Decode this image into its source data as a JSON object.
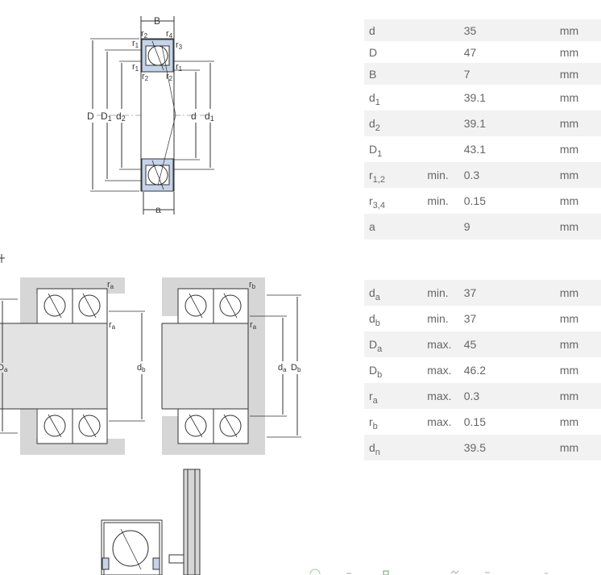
{
  "diagram_labels": {
    "top": {
      "B": "B",
      "r2_tl": "r",
      "r2_tl_sub": "2",
      "r4": "r",
      "r4_sub": "4",
      "r1_l": "r",
      "r1_l_sub": "1",
      "r3": "r",
      "r3_sub": "3",
      "r1_in": "r",
      "r1_in_sub": "1",
      "r2_in1": "r",
      "r2_in1_sub": "2",
      "r2_in2": "r",
      "r2_in2_sub": "2",
      "r1_out": "r",
      "r1_out_sub": "1",
      "D": "D",
      "D1": "D",
      "D1_sub": "1",
      "d2": "d",
      "d2_sub": "2",
      "d": "d",
      "d1": "d",
      "d1_sub": "1",
      "a": "a"
    },
    "bottom_left": {
      "ra_top": "r",
      "ra_top_sub": "a",
      "ra_mid": "r",
      "ra_mid_sub": "a",
      "Da": "D",
      "Da_sub": "a",
      "db": "d",
      "db_sub": "b"
    },
    "bottom_right": {
      "rb_top": "r",
      "rb_top_sub": "b",
      "ra_mid": "r",
      "ra_mid_sub": "a",
      "da": "d",
      "da_sub": "a",
      "Db": "D",
      "Db_sub": "b"
    }
  },
  "bearing_dimensions": [
    {
      "sym": "d",
      "sub": "",
      "qual": "",
      "val": "35",
      "unit": "mm"
    },
    {
      "sym": "D",
      "sub": "",
      "qual": "",
      "val": "47",
      "unit": "mm"
    },
    {
      "sym": "B",
      "sub": "",
      "qual": "",
      "val": "7",
      "unit": "mm"
    },
    {
      "sym": "d",
      "sub": "1",
      "qual": "",
      "val": "39.1",
      "unit": "mm"
    },
    {
      "sym": "d",
      "sub": "2",
      "qual": "",
      "val": "39.1",
      "unit": "mm"
    },
    {
      "sym": "D",
      "sub": "1",
      "qual": "",
      "val": "43.1",
      "unit": "mm"
    },
    {
      "sym": "r",
      "sub": "1,2",
      "qual": "min.",
      "val": "0.3",
      "unit": "mm"
    },
    {
      "sym": "r",
      "sub": "3,4",
      "qual": "min.",
      "val": "0.15",
      "unit": "mm"
    },
    {
      "sym": "a",
      "sub": "",
      "qual": "",
      "val": "9",
      "unit": "mm"
    }
  ],
  "abutment_dimensions": [
    {
      "sym": "d",
      "sub": "a",
      "qual": "min.",
      "val": "37",
      "unit": "mm"
    },
    {
      "sym": "d",
      "sub": "b",
      "qual": "min.",
      "val": "37",
      "unit": "mm"
    },
    {
      "sym": "D",
      "sub": "a",
      "qual": "max.",
      "val": "45",
      "unit": "mm"
    },
    {
      "sym": "D",
      "sub": "b",
      "qual": "max.",
      "val": "46.2",
      "unit": "mm"
    },
    {
      "sym": "r",
      "sub": "a",
      "qual": "max.",
      "val": "0.3",
      "unit": "mm"
    },
    {
      "sym": "r",
      "sub": "b",
      "qual": "max.",
      "val": "0.15",
      "unit": "mm"
    },
    {
      "sym": "d",
      "sub": "n",
      "qual": "",
      "val": "39.5",
      "unit": "mm"
    }
  ],
  "colors": {
    "ring_fill": "#c5d4ea",
    "housing": "#d6d6d6",
    "line": "#333333",
    "row_alt": "#f2f2f2"
  }
}
